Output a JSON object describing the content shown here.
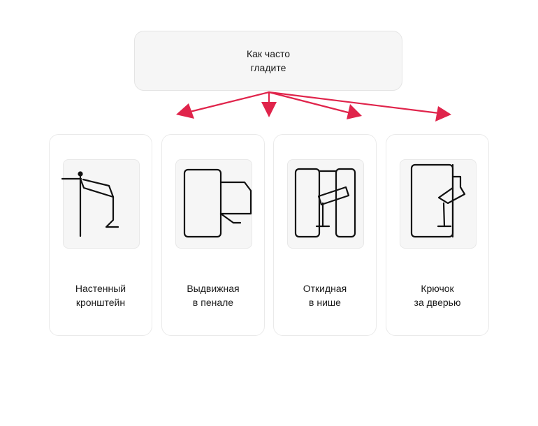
{
  "question": {
    "line1": "Как часто",
    "line2": "гладите"
  },
  "options": [
    {
      "line1": "Настенный",
      "line2": "кронштейн",
      "icon": "wall-bracket-board-icon"
    },
    {
      "line1": "Выдвижная",
      "line2": "в пенале",
      "icon": "pull-out-cabinet-board-icon"
    },
    {
      "line1": "Откидная",
      "line2": "в нише",
      "icon": "fold-down-niche-board-icon"
    },
    {
      "line1": "Крючок",
      "line2": "за дверью",
      "icon": "over-door-hook-board-icon"
    }
  ],
  "colors": {
    "arrow": "#e0244b",
    "box_fill": "#f6f6f6",
    "box_border": "#e4e4e4",
    "icon_stroke": "#111111"
  }
}
